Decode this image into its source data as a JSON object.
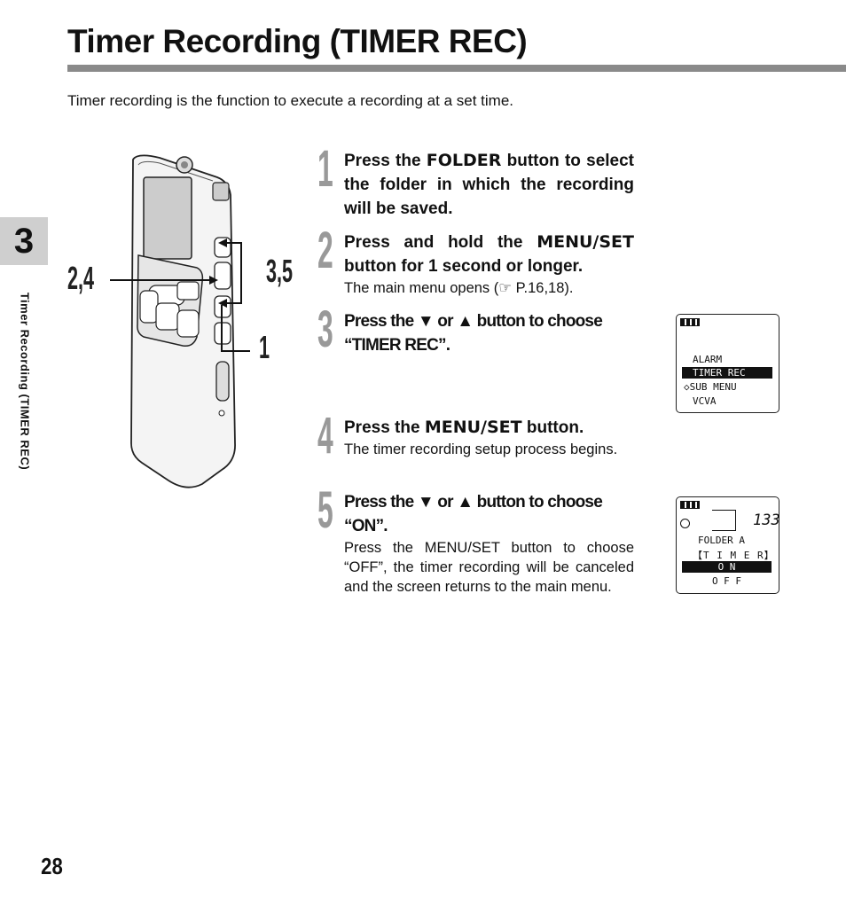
{
  "header": {
    "title": "Timer Recording (TIMER REC)",
    "intro": "Timer recording is the function to execute a recording at a set time."
  },
  "side": {
    "chapter": "3",
    "label": "Timer Recording (TIMER REC)"
  },
  "page_number": "28",
  "callouts": {
    "a": "2,4",
    "b": "3,5",
    "c": "1"
  },
  "steps": [
    {
      "num": "1",
      "head_pre": "Press the ",
      "head_key": "FOLDER",
      "head_post": " button to select the folder in which the recording will be saved.",
      "desc": ""
    },
    {
      "num": "2",
      "head_pre": "Press and hold the ",
      "head_key": "MENU/SET",
      "head_post": " button for 1 second or longer.",
      "desc": "The main menu opens (☞ P.16,18)."
    },
    {
      "num": "3",
      "head_pre": "Press the ▼ or ▲ button to choose “TIMER REC”.",
      "head_key": "",
      "head_post": "",
      "desc": ""
    },
    {
      "num": "4",
      "head_pre": "Press the ",
      "head_key": "MENU/SET",
      "head_post": "  button.",
      "desc": "The timer recording setup process begins."
    },
    {
      "num": "5",
      "head_pre": "Press the ▼ or ▲ button to choose “ON”.",
      "head_key": "",
      "head_post": "",
      "desc": "Press the MENU/SET button to choose “OFF”, the timer recording will be canceled and the screen returns to the main menu."
    }
  ],
  "lcd1": {
    "lines": [
      "ALARM",
      "TIMER REC",
      "◇SUB MENU",
      "VCVA"
    ]
  },
  "lcd2": {
    "counter": "133",
    "folder": "FOLDER A",
    "section": "【T I M E R】",
    "on": "O N",
    "off": "O F F"
  }
}
